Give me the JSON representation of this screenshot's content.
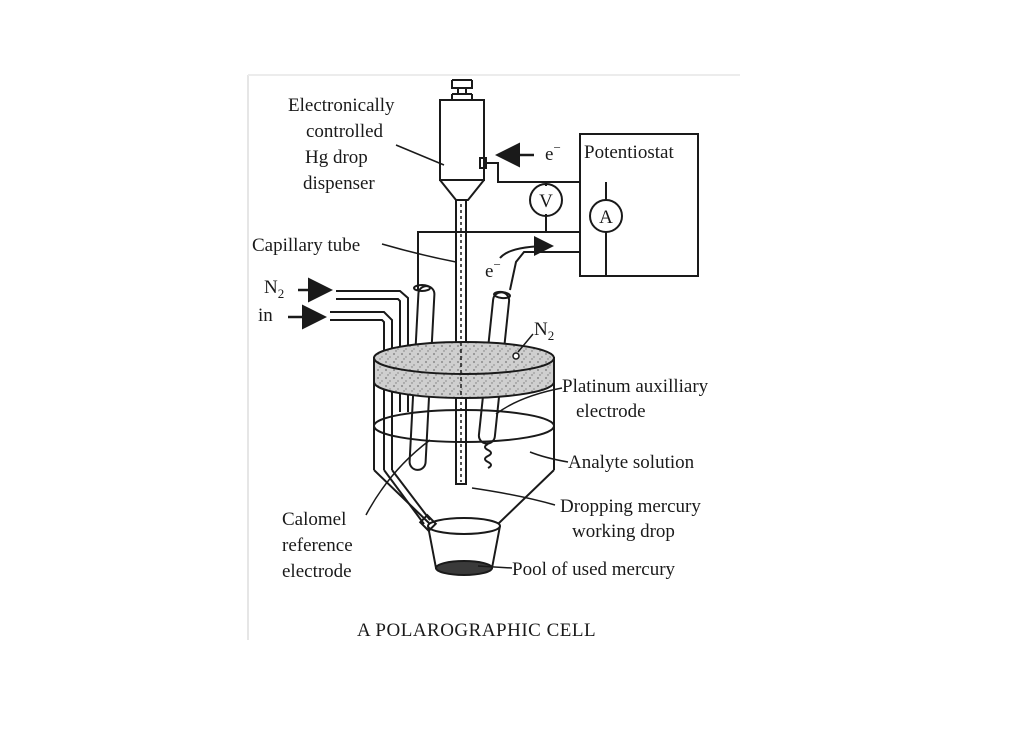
{
  "diagram": {
    "caption": "A POLAROGRAPHIC CELL",
    "labels": {
      "dispenser_line1": "Electronically",
      "dispenser_line2": "controlled",
      "dispenser_line3": "Hg drop",
      "dispenser_line4": "dispenser",
      "capillary": "Capillary tube",
      "n2": "N",
      "n2_sub": "2",
      "n2_in": "in",
      "n2_out": "N",
      "n2_out_sub": "2",
      "potentiostat": "Potentiostat",
      "electron_top": "e",
      "electron_top_sup": "−",
      "electron_mid": "e",
      "electron_mid_sup": "−",
      "voltmeter": "V",
      "ammeter": "A",
      "platinum_line1": "Platinum auxilliary",
      "platinum_line2": "electrode",
      "analyte": "Analyte solution",
      "dropping_line1": "Dropping mercury",
      "dropping_line2": "working drop",
      "calomel_line1": "Calomel",
      "calomel_line2": "reference",
      "calomel_line3": "electrode",
      "pool": "Pool of used mercury"
    }
  }
}
